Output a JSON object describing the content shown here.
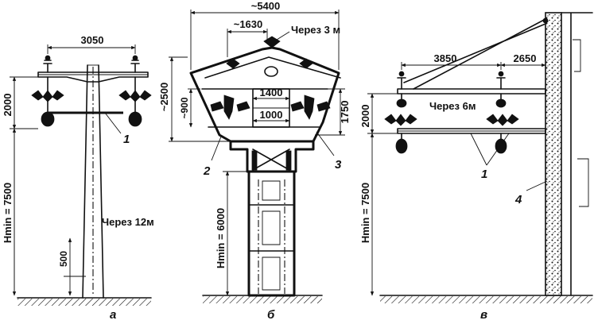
{
  "panel_a": {
    "letter": "а",
    "dim_top": "3050",
    "dim_insulator": "2000",
    "dim_height": "Hmin = 7500",
    "dim_base": "500",
    "callout": "1",
    "note": "Через 12м"
  },
  "panel_b": {
    "letter": "б",
    "dim_top": "~5400",
    "dim_inner": "~1630",
    "note": "Через 3 м",
    "dim_left_outer": "~2500",
    "dim_left_inner": "~900",
    "dim_mid_upper": "1400",
    "dim_mid_lower": "1000",
    "dim_right": "1750",
    "dim_height": "Hmin = 6000",
    "callout_left": "2",
    "callout_right": "3"
  },
  "panel_c": {
    "letter": "в",
    "dim_left": "3850",
    "dim_right": "2650",
    "note": "Через 6м",
    "dim_insulator": "2000",
    "dim_height": "Hmin = 7500",
    "callout_bracket": "1",
    "callout_wall": "4"
  }
}
